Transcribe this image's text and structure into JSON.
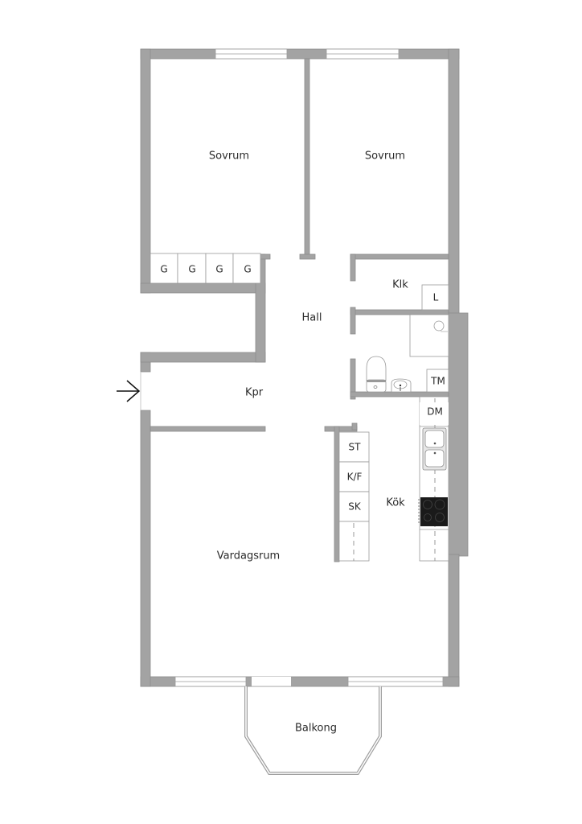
{
  "floorplan": {
    "title": "",
    "colors": {
      "wall": "#a3a3a3",
      "wall_stroke": "#8c8c8c",
      "background": "#ffffff",
      "label": "#2a2a2a",
      "stove": "#1a1a1a"
    },
    "rooms": {
      "bedroom_1": {
        "label": "Sovrum"
      },
      "bedroom_2": {
        "label": "Sovrum"
      },
      "hall": {
        "label": "Hall"
      },
      "closet": {
        "label": "Klk"
      },
      "corridor": {
        "label": "Kpr"
      },
      "living_room": {
        "label": "Vardagsrum"
      },
      "kitchen": {
        "label": "Kök"
      },
      "balcony": {
        "label": "Balkong"
      }
    },
    "wardrobes": [
      {
        "label": "G"
      },
      {
        "label": "G"
      },
      {
        "label": "G"
      },
      {
        "label": "G"
      }
    ],
    "fixtures": {
      "linen_closet": {
        "label": "L"
      },
      "washing_machine": {
        "label": "TM"
      },
      "dishwasher": {
        "label": "DM"
      },
      "tall_cabinet": {
        "label": "ST"
      },
      "fridge_freezer": {
        "label": "K/F"
      },
      "pantry_cabinet": {
        "label": "SK"
      },
      "toilet": {
        "icon": "toilet-icon"
      },
      "washbasin": {
        "icon": "washbasin-icon"
      },
      "shower": {
        "icon": "shower-icon"
      },
      "sink": {
        "icon": "double-sink-icon"
      },
      "stove": {
        "icon": "stove-icon"
      }
    },
    "entrance": {
      "icon": "entrance-arrow-icon"
    }
  }
}
